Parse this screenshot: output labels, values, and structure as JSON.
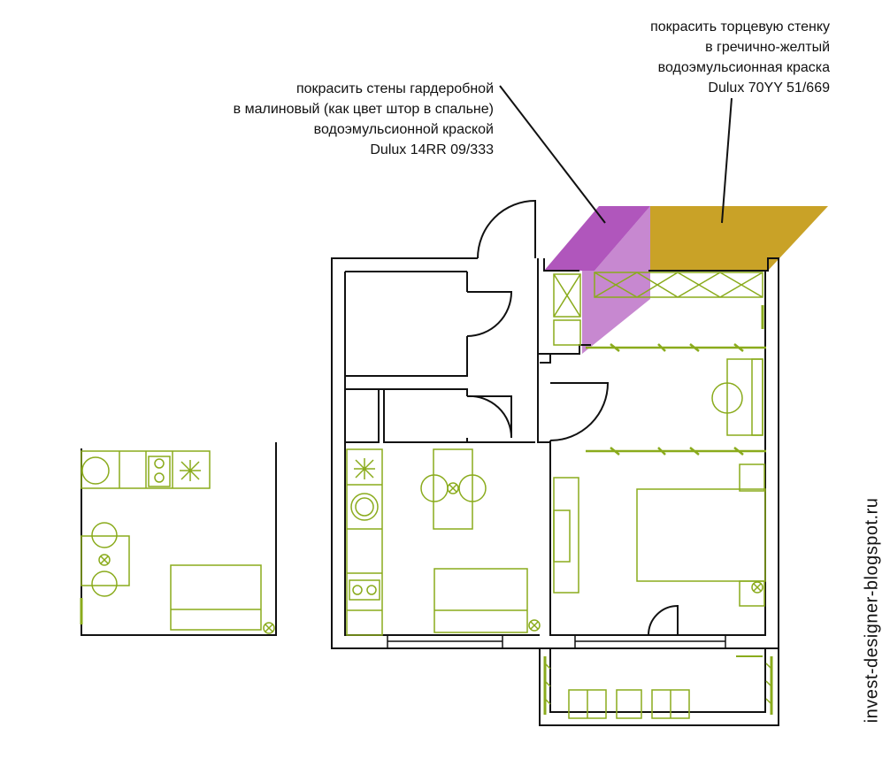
{
  "annotations": {
    "wardrobe_walls": {
      "lines": [
        "покрасить стены гардеробной",
        "в малиновый (как цвет штор в спальне)",
        "водоэмульсионной краской",
        "Dulux 14RR 09/333"
      ],
      "color": "#a238b0"
    },
    "end_wall": {
      "lines": [
        "покрасить торцевую стенку",
        "в гречично-желтый",
        "водоэмульсионная краска",
        "Dulux 70YY 51/669"
      ],
      "color": "#c9a227"
    }
  },
  "watermark": "invest-designer-blogspot.ru",
  "colors": {
    "walls": "#111111",
    "furniture": "#8aab1c",
    "magenta_paint": "#a238b0",
    "yellow_paint": "#c9a227"
  }
}
